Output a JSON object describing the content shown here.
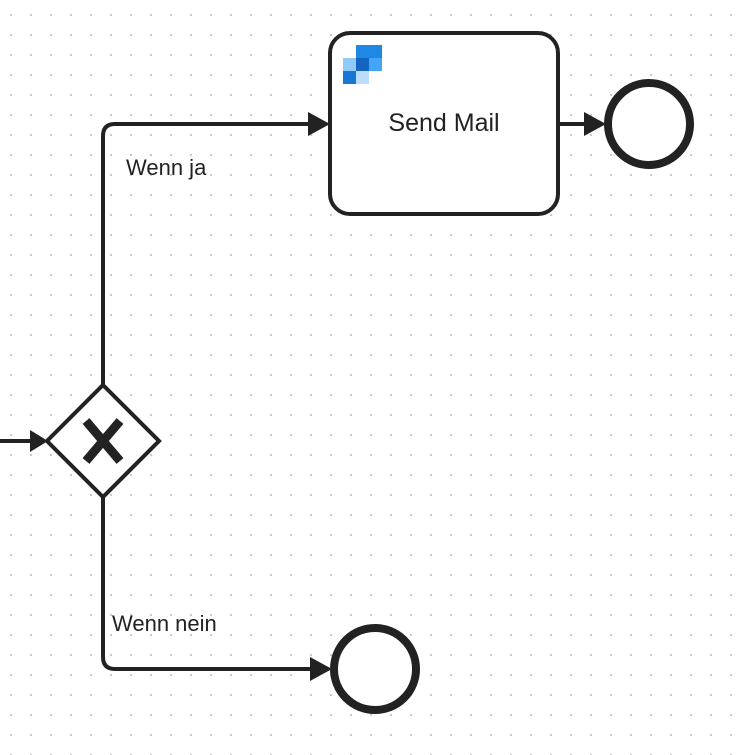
{
  "diagram": {
    "gateway": {
      "type": "exclusive-gateway",
      "marker": "X"
    },
    "task": {
      "label": "Send Mail",
      "icon": "service-logo-icon"
    },
    "flows": {
      "yes_label": "Wenn ja",
      "no_label": "Wenn nein"
    },
    "end_events": [
      "end-event-after-send-mail",
      "end-event-no-branch"
    ]
  },
  "colors": {
    "stroke": "#222222",
    "task_fill": "#ffffff",
    "icon_blue": "#1e88e5",
    "icon_dark_blue": "#1565c0",
    "icon_light_blue": "#90caf9"
  }
}
